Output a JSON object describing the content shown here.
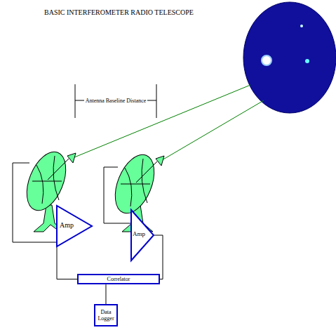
{
  "diagram": {
    "title": "BASIC INTERFEROMETER RADIO TELESCOPE",
    "nodes": [
      {
        "text": [
          "Amp"
        ]
      },
      {
        "text": [
          "Amp"
        ]
      },
      {
        "text": [
          "Correlator"
        ]
      },
      {
        "text": [
          "Data Logger"
        ]
      }
    ],
    "edges": [
      {
        "from": 0,
        "to": 2,
        "arrow": "none"
      },
      {
        "from": 1,
        "to": 2,
        "arrow": "none"
      },
      {
        "from": 2,
        "to": 3,
        "arrow": "none"
      }
    ],
    "labels": [
      "Antenna Baseline Distance"
    ]
  }
}
